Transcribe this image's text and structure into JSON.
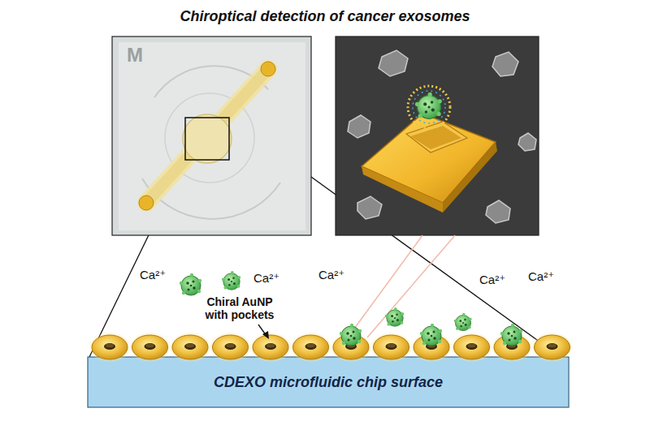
{
  "diagram": {
    "title": "Chiroptical detection of cancer exosomes",
    "nodes": [
      {
        "text": [
          "CDEXO microfluidic chip surface"
        ]
      }
    ],
    "labels": [
      "M",
      "Chiral AuNP with pockets",
      "Ca²⁺",
      "Ca²⁺",
      "Ca²⁺",
      "Ca²⁺",
      "Ca²⁺"
    ]
  }
}
